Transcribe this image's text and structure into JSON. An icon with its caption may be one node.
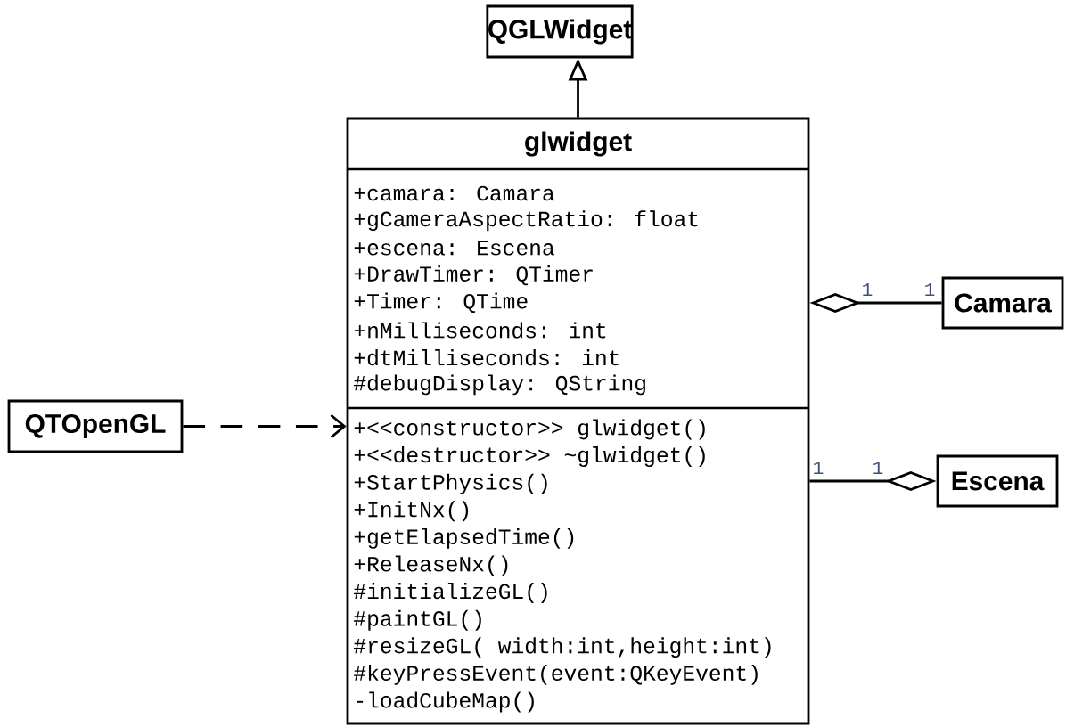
{
  "diagram": {
    "nodes": [
      {
        "text": [
          "QGLWidget"
        ]
      },
      {
        "text": [
          "glwidget",
          "+camara: Camara",
          "+gCameraAspectRatio: float",
          "+escena: Escena",
          "+DrawTimer: QTimer",
          "+Timer: QTime",
          "+nMilliseconds: int",
          "+dtMilliseconds: int",
          "#debugDisplay: QString",
          "+<<constructor>> glwidget()",
          "+<<destructor>> ~glwidget()",
          "+StartPhysics()",
          "+InitNx()",
          "+getElapsedTime()",
          "+ReleaseNx()",
          "#initializeGL()",
          "#paintGL()",
          "#resizeGL( width:int,height:int)",
          "#keyPressEvent(event:QKeyEvent)",
          "-loadCubeMap()"
        ]
      },
      {
        "text": [
          "Camara"
        ]
      },
      {
        "text": [
          "QTOpenGL"
        ]
      },
      {
        "text": [
          "Escena"
        ]
      }
    ],
    "edges": [
      {
        "from": 1,
        "to": 0,
        "arrow": "to"
      },
      {
        "from": 1,
        "to": 2,
        "arrow": "other"
      },
      {
        "from": 3,
        "to": 1,
        "arrow": "to",
        "style": "dashed"
      },
      {
        "from": 4,
        "to": 1,
        "arrow": "other"
      }
    ],
    "labels": [
      "1",
      "1",
      "1",
      "1"
    ]
  }
}
